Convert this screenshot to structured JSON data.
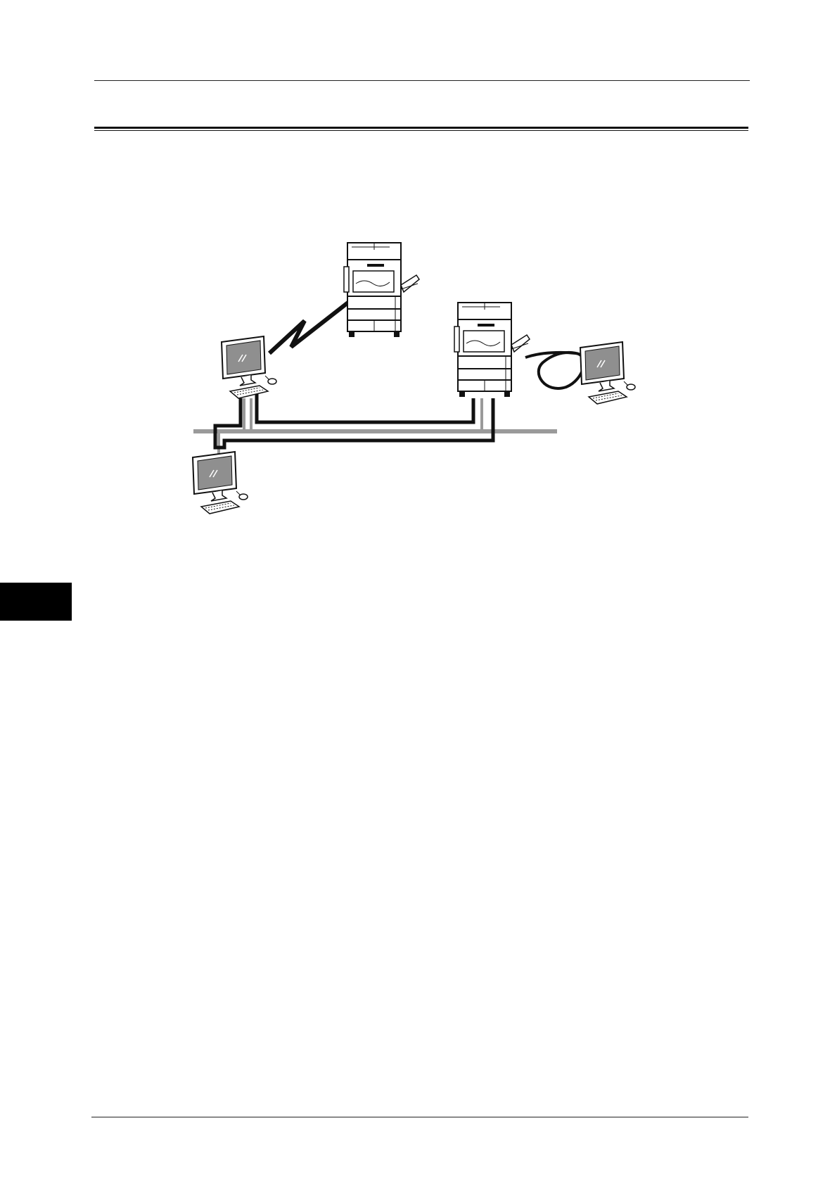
{
  "page": {
    "header_text": "",
    "footer_text": ""
  },
  "figure": {
    "colors": {
      "ink": "#111111",
      "network_bus": "#9a9a9a",
      "screen": "#8f8f8f",
      "paper": "#ffffff"
    },
    "devices": [
      {
        "type": "multifunction-printer",
        "id": "printer-top"
      },
      {
        "type": "multifunction-printer",
        "id": "printer-right"
      },
      {
        "type": "computer",
        "id": "computer-left"
      },
      {
        "type": "computer",
        "id": "computer-bottom"
      },
      {
        "type": "computer",
        "id": "computer-right"
      }
    ],
    "connections": [
      {
        "kind": "wireless-link",
        "from": "computer-left",
        "to": "printer-top"
      },
      {
        "kind": "network-bus"
      },
      {
        "kind": "network-cable",
        "from": "computer-left",
        "to": "printer-right"
      },
      {
        "kind": "network-cable",
        "from": "computer-bottom",
        "to": "printer-right"
      },
      {
        "kind": "usb-cable",
        "from": "printer-right",
        "to": "computer-right"
      }
    ]
  }
}
